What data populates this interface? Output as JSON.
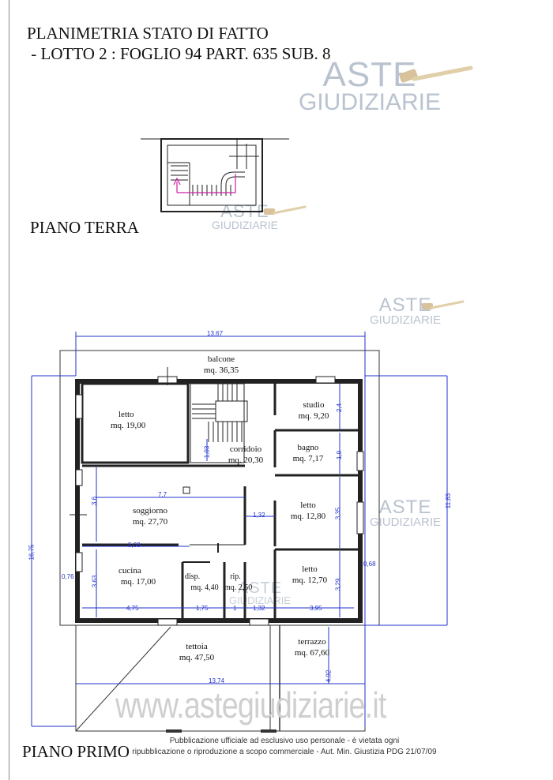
{
  "title": {
    "line1": "PLANIMETRIA STATO DI FATTO",
    "line2": " - LOTTO 2 : FOGLIO 94 PART. 635 SUB. 8"
  },
  "sections": {
    "ground_floor": "PIANO TERRA",
    "first_floor": "PIANO PRIMO"
  },
  "rooms": {
    "balcone": {
      "name": "balcone",
      "area": "mq. 36,35"
    },
    "letto1": {
      "name": "letto",
      "area": "mq. 19,00"
    },
    "studio": {
      "name": "studio",
      "area": "mq. 9,20"
    },
    "corridoio": {
      "name": "corridoio",
      "area": "mq. 20,30"
    },
    "bagno": {
      "name": "bagno",
      "area": "mq. 7,17"
    },
    "soggiorno": {
      "name": "soggiorno",
      "area": "mq. 27,70"
    },
    "letto2": {
      "name": "letto",
      "area": "mq. 12,80"
    },
    "cucina": {
      "name": "cucina",
      "area": "mq. 17,00"
    },
    "disp": {
      "name": "disp.",
      "area": "mq. 4,40"
    },
    "rip": {
      "name": "rip.",
      "area": "mq. 2,50"
    },
    "letto3": {
      "name": "letto",
      "area": "mq. 12,70"
    },
    "tettoia": {
      "name": "tettoia",
      "area": "mq. 47,50"
    },
    "terrazzo": {
      "name": "terrazzo",
      "area": "mq. 67,60"
    }
  },
  "dimensions": {
    "top_width": "13,67",
    "bottom_width": "13,74",
    "left_height": "16,75",
    "right_height": "11,83",
    "soggiorno_width": "7,7",
    "soggiorno_depth": "3,6",
    "cucina_top": "5,08",
    "cucina_depth": "3,63",
    "corridor_depth": "1,03",
    "corridor_width": "1,32",
    "studio_depth": "2,4",
    "bagno_depth": "1,9",
    "letto2_depth": "3,35",
    "letto3_depth": "3,29",
    "left_offset": "0,76",
    "right_offset": "0,68",
    "cucina_width": "4,75",
    "disp_width": "1,75",
    "rip_width": "1",
    "gap_width": "1,32",
    "letto3_width": "3,95",
    "terrazzo_depth": "4,92"
  },
  "watermarks": {
    "brand_line1": "ASTE",
    "brand_line2": "GIUDIZIARIE",
    "site": "www.astegiudiziarie.it"
  },
  "notice": {
    "line1": "Pubblicazione ufficiale ad esclusivo uso personale - è vietata ogni",
    "line2": "ripubblicazione o riproduzione a scopo commerciale - Aut. Min. Giustizia PDG 21/07/09"
  },
  "colors": {
    "wall": "#222222",
    "dimension": "#2233cc",
    "stair_path": "#cc22aa",
    "watermark": "#b9c3cf"
  }
}
